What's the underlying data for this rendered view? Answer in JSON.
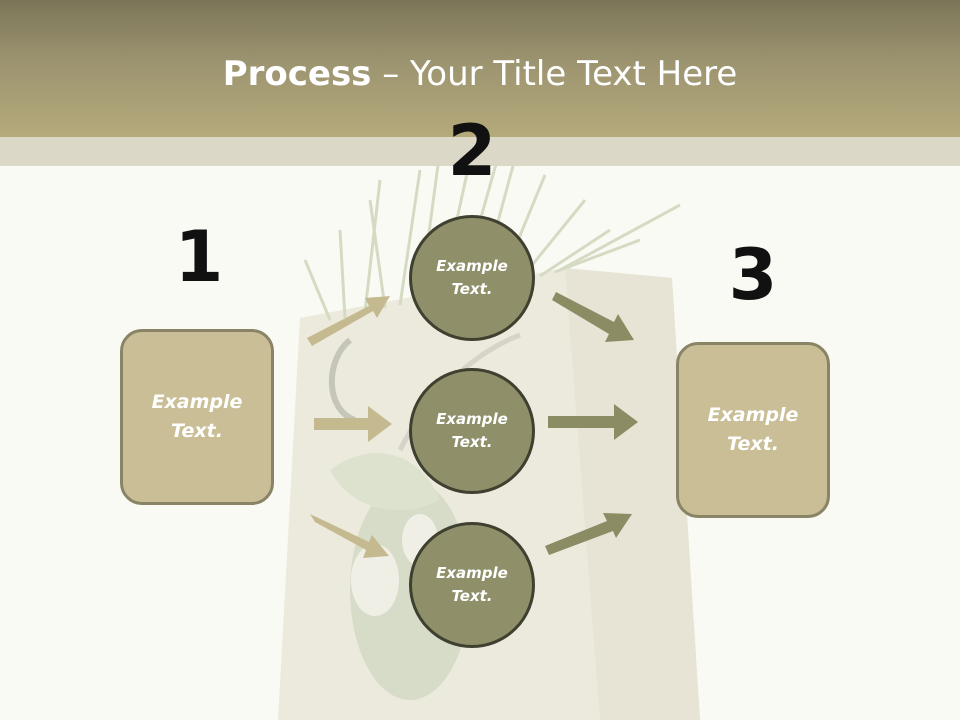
{
  "title": {
    "bold": "Process",
    "rest": " – Your Title Text Here"
  },
  "steps": [
    {
      "number": "1",
      "text": "Example\nText."
    },
    {
      "number": "2",
      "text": "Example\nText."
    },
    {
      "number": "3",
      "text": "Example\nText."
    }
  ],
  "circles": [
    {
      "text": "Example\nText."
    },
    {
      "text": "Example\nText."
    },
    {
      "text": "Example\nText."
    }
  ],
  "colors": {
    "header": "#a79d72",
    "box_fill": "#c9be95",
    "circle_fill": "#8f906a",
    "arrow_light": "#c5ba8f",
    "arrow_dark": "#8b8c63"
  }
}
